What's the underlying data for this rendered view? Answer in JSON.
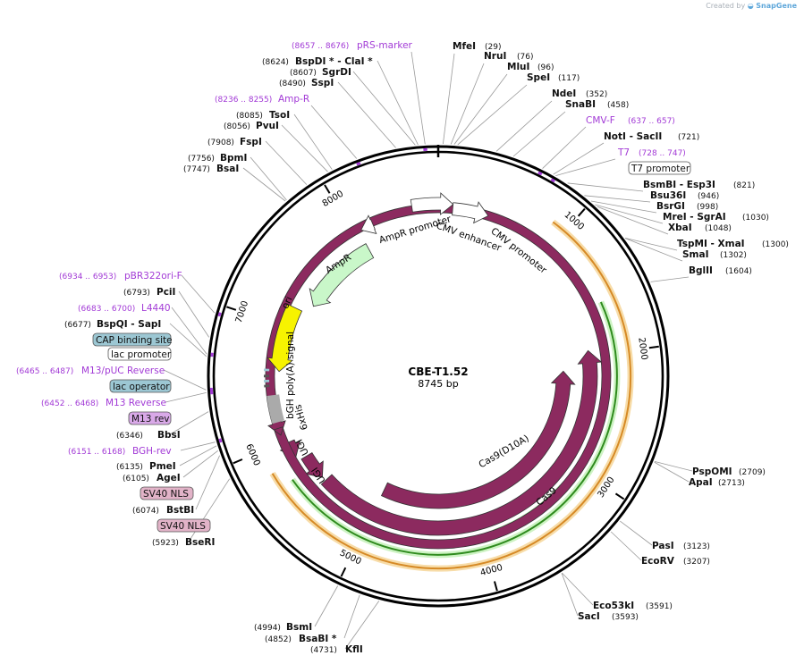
{
  "watermark": {
    "created_by": "Created by",
    "brand": "SnapGene"
  },
  "map": {
    "name": "CBE-T1.52",
    "length_label": "8745 bp",
    "length": 8745
  },
  "tick_labels": [
    "1000",
    "2000",
    "3000",
    "4000",
    "5000",
    "6000",
    "7000",
    "8000"
  ],
  "sites": [
    {
      "name": "MfeI",
      "pos": "(29)"
    },
    {
      "name": "NruI",
      "pos": "(76)"
    },
    {
      "name": "MluI",
      "pos": "(96)"
    },
    {
      "name": "SpeI",
      "pos": "(117)"
    },
    {
      "name": "NdeI",
      "pos": "(352)"
    },
    {
      "name": "SnaBI",
      "pos": "(458)"
    },
    {
      "name": "NotI  - SacII",
      "pos": "(721)"
    },
    {
      "name": "BsmBI  - Esp3I",
      "pos": "(821)"
    },
    {
      "name": "Bsu36I",
      "pos": "(946)"
    },
    {
      "name": "BsrGI",
      "pos": "(998)"
    },
    {
      "name": "MreI  - SgrAI",
      "pos": "(1030)"
    },
    {
      "name": "XbaI",
      "pos": "(1048)"
    },
    {
      "name": "TspMI  - XmaI",
      "pos": "(1300)"
    },
    {
      "name": "SmaI",
      "pos": "(1302)"
    },
    {
      "name": "BglII",
      "pos": "(1604)"
    },
    {
      "name": "PspOMI",
      "pos": "(2709)"
    },
    {
      "name": "ApaI",
      "pos": "(2713)"
    },
    {
      "name": "PasI",
      "pos": "(3123)"
    },
    {
      "name": "EcoRV",
      "pos": "(3207)"
    },
    {
      "name": "Eco53kI",
      "pos": "(3591)"
    },
    {
      "name": "SacI",
      "pos": "(3593)"
    },
    {
      "name": "KflI",
      "pos": "(4731)"
    },
    {
      "name": "BsaBI *",
      "pos": "(4852)"
    },
    {
      "name": "BsmI",
      "pos": "(4994)"
    },
    {
      "name": "BseRI",
      "pos": "(5923)"
    },
    {
      "name": "BstBI",
      "pos": "(6074)"
    },
    {
      "name": "AgeI",
      "pos": "(6105)"
    },
    {
      "name": "PmeI",
      "pos": "(6135)"
    },
    {
      "name": "BbsI",
      "pos": "(6346)"
    },
    {
      "name": "BspQI  - SapI",
      "pos": "(6677)"
    },
    {
      "name": "PciI",
      "pos": "(6793)"
    },
    {
      "name": "BsaI",
      "pos": "(7747)"
    },
    {
      "name": "BpmI",
      "pos": "(7756)"
    },
    {
      "name": "FspI",
      "pos": "(7908)"
    },
    {
      "name": "PvuI",
      "pos": "(8056)"
    },
    {
      "name": "TsoI",
      "pos": "(8085)"
    },
    {
      "name": "SspI",
      "pos": "(8490)"
    },
    {
      "name": "SgrDI",
      "pos": "(8607)"
    },
    {
      "name": "BspDI *  - ClaI *",
      "pos": "(8624)"
    }
  ],
  "primers": [
    {
      "name": "pRS-marker",
      "range": "(8657 .. 8676)"
    },
    {
      "name": "Amp-R",
      "range": "(8236 .. 8255)"
    },
    {
      "name": "CMV-F",
      "range": "(637 .. 657)"
    },
    {
      "name": "T7",
      "range": "(728 .. 747)"
    },
    {
      "name": "pBR322ori-F",
      "range": "(6934 .. 6953)"
    },
    {
      "name": "L4440",
      "range": "(6683 .. 6700)"
    },
    {
      "name": "M13/pUC Reverse",
      "range": "(6465 .. 6487)"
    },
    {
      "name": "M13 Reverse",
      "range": "(6452 .. 6468)"
    },
    {
      "name": "BGH-rev",
      "range": "(6151 .. 6168)"
    }
  ],
  "boxed_features": [
    {
      "name": "T7 promoter"
    },
    {
      "name": "CAP binding site"
    },
    {
      "name": "lac promoter"
    },
    {
      "name": "lac operator"
    },
    {
      "name": "M13 rev"
    },
    {
      "name": "SV40 NLS"
    },
    {
      "name": "SV40 NLS"
    }
  ],
  "features": [
    {
      "name": "CMV enhancer"
    },
    {
      "name": "CMV promoter"
    },
    {
      "name": "AmpR promoter"
    },
    {
      "name": "AmpR"
    },
    {
      "name": "ori"
    },
    {
      "name": "bGH poly(A) signal"
    },
    {
      "name": "6xHis"
    },
    {
      "name": "UGI"
    },
    {
      "name": "UGI"
    },
    {
      "name": "Cas9(D10A)"
    },
    {
      "name": "Cas9"
    }
  ],
  "colors": {
    "backbone": "#000000",
    "primer": "#a23ad6",
    "cas9": "#8c2a5f",
    "ori": "#f7f300",
    "ampr": "#c9f7c9",
    "orf_green": "#2f8b1e",
    "orf_orange": "#d68a26",
    "lac_box": "#9cc7d3",
    "nls_box": "#e2b3c8",
    "m13_box": "#d9a9e8",
    "promoter": "#ffffff",
    "polyA": "#aaaaaa"
  }
}
